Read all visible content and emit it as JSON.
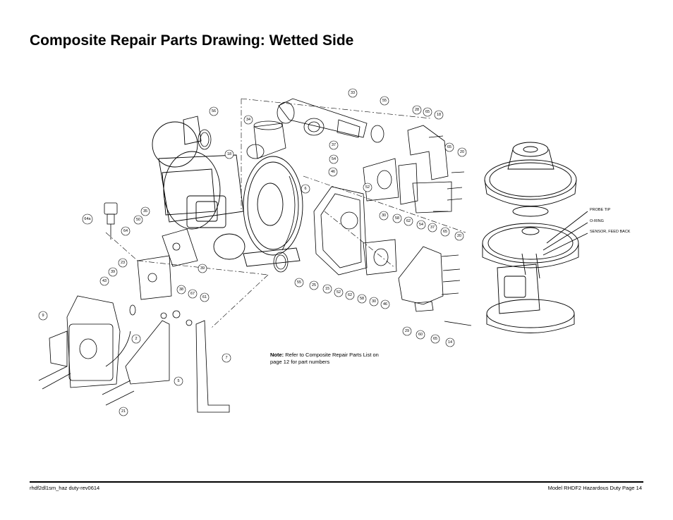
{
  "title": "Composite Repair Parts Drawing: Wetted Side",
  "note": {
    "label": "Note:",
    "text": "Refer to Composite Repair Parts List on page 12 for part numbers"
  },
  "sensor_labels": [
    "PROBE TIP",
    "O-RING",
    "SENSOR, FEED BACK"
  ],
  "callouts": [
    "33",
    "55",
    "28",
    "65",
    "18",
    "56",
    "34",
    "37",
    "54",
    "65",
    "20",
    "18",
    "46",
    "52",
    "6",
    "64a",
    "35",
    "50",
    "30",
    "58",
    "62",
    "54",
    "37",
    "65",
    "20",
    "64",
    "23",
    "39",
    "39",
    "43",
    "38",
    "67",
    "61",
    "25",
    "55",
    "15",
    "52",
    "62",
    "58",
    "30",
    "46",
    "29",
    "60",
    "65",
    "14",
    "9",
    "2",
    "7",
    "5",
    "21"
  ],
  "footer": {
    "left": "rhdf2dl1sm_haz duty-rev0614",
    "right": "Model RHDF2 Hazardous Duty Page 14"
  }
}
